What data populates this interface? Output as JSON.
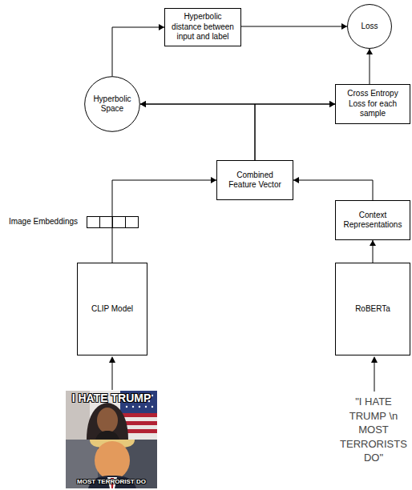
{
  "diagram": {
    "nodes": [
      {
        "text": [
          "Hyperbolic distance between input and label"
        ]
      },
      {
        "text": [
          "Loss"
        ]
      },
      {
        "text": [
          "Hyperbolic Space"
        ]
      },
      {
        "text": [
          "Cross Entropy Loss for each sample"
        ]
      },
      {
        "text": [
          "Combined Feature Vector"
        ]
      },
      {
        "text": [
          "Context Representations"
        ]
      },
      {
        "text": [
          "CLIP Model"
        ]
      },
      {
        "text": [
          "RoBERTa"
        ]
      }
    ],
    "edges": [
      {
        "from": 2,
        "to": 0,
        "arrow": "to"
      },
      {
        "from": 0,
        "to": 1,
        "arrow": "to"
      },
      {
        "from": 3,
        "to": 1,
        "arrow": "to"
      },
      {
        "from": 2,
        "to": 3,
        "arrow": "both"
      },
      {
        "from": 4,
        "to": 2,
        "arrow": "to"
      },
      {
        "from": 4,
        "to": 3,
        "arrow": "to"
      },
      {
        "from": 6,
        "to": 4,
        "arrow": "to"
      },
      {
        "from": 7,
        "to": 5,
        "arrow": "to"
      },
      {
        "from": 5,
        "to": 4,
        "arrow": "to"
      }
    ],
    "labels": [
      "Image Embeddings",
      "I HATE TRUMP",
      "MOST TERRORIST DO",
      "\"I HATE TRUMP \\n MOST TERRORISTS DO\""
    ]
  }
}
